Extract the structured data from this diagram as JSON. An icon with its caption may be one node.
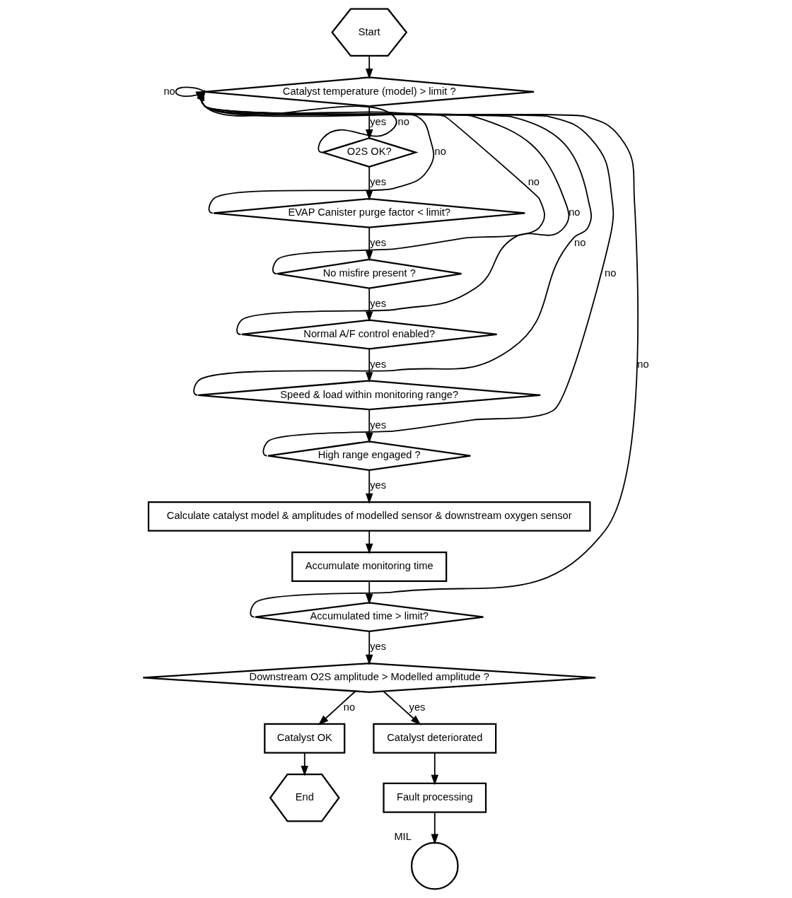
{
  "diagram": {
    "nodes": [
      {
        "text": [
          "Start"
        ]
      },
      {
        "text": [
          "Catalyst temperature (model) > limit ?"
        ]
      },
      {
        "text": [
          "O2S OK?"
        ]
      },
      {
        "text": [
          "EVAP Canister purge factor < limit?"
        ]
      },
      {
        "text": [
          "No misfire present ?"
        ]
      },
      {
        "text": [
          "Normal A/F control enabled?"
        ]
      },
      {
        "text": [
          "Speed & load within monitoring range?"
        ]
      },
      {
        "text": [
          "High range engaged ?"
        ]
      },
      {
        "text": [
          "Calculate catalyst model & amplitudes of modelled sensor & downstream oxygen sensor"
        ]
      },
      {
        "text": [
          "Accumulate monitoring time"
        ]
      },
      {
        "text": [
          "Accumulated time > limit?"
        ]
      },
      {
        "text": [
          "Downstream O2S amplitude > Modelled amplitude ?"
        ]
      },
      {
        "text": [
          "Catalyst OK"
        ]
      },
      {
        "text": [
          "Catalyst deteriorated"
        ]
      },
      {
        "text": [
          "End"
        ]
      },
      {
        "text": [
          "Fault processing"
        ]
      },
      {
        "text": [
          "MIL"
        ]
      }
    ],
    "edges": [
      {
        "from": 0,
        "to": 1,
        "arrow": "to"
      },
      {
        "from": 1,
        "to": 2,
        "arrow": "to",
        "label": "yes"
      },
      {
        "from": 2,
        "to": 3,
        "arrow": "to",
        "label": "yes"
      },
      {
        "from": 3,
        "to": 4,
        "arrow": "to",
        "label": "yes"
      },
      {
        "from": 4,
        "to": 5,
        "arrow": "to",
        "label": "yes"
      },
      {
        "from": 5,
        "to": 6,
        "arrow": "to",
        "label": "yes"
      },
      {
        "from": 6,
        "to": 7,
        "arrow": "to",
        "label": "yes"
      },
      {
        "from": 7,
        "to": 8,
        "arrow": "to",
        "label": "yes"
      },
      {
        "from": 8,
        "to": 9,
        "arrow": "to"
      },
      {
        "from": 9,
        "to": 10,
        "arrow": "to"
      },
      {
        "from": 10,
        "to": 11,
        "arrow": "to",
        "label": "yes"
      },
      {
        "from": 11,
        "to": 12,
        "arrow": "to",
        "label": "no"
      },
      {
        "from": 11,
        "to": 13,
        "arrow": "to",
        "label": "yes"
      },
      {
        "from": 12,
        "to": 14,
        "arrow": "to"
      },
      {
        "from": 13,
        "to": 15,
        "arrow": "to"
      },
      {
        "from": 15,
        "to": 16,
        "arrow": "to"
      },
      {
        "from": 1,
        "to": 1,
        "arrow": "to",
        "label": "no"
      },
      {
        "from": 2,
        "to": 1,
        "arrow": "to",
        "label": "no"
      },
      {
        "from": 3,
        "to": 1,
        "arrow": "to",
        "label": "no"
      },
      {
        "from": 4,
        "to": 1,
        "arrow": "to",
        "label": "no"
      },
      {
        "from": 5,
        "to": 1,
        "arrow": "to",
        "label": "no"
      },
      {
        "from": 6,
        "to": 1,
        "arrow": "to",
        "label": "no"
      },
      {
        "from": 7,
        "to": 1,
        "arrow": "to",
        "label": "no"
      },
      {
        "from": 10,
        "to": 1,
        "arrow": "to",
        "label": "no"
      }
    ]
  }
}
